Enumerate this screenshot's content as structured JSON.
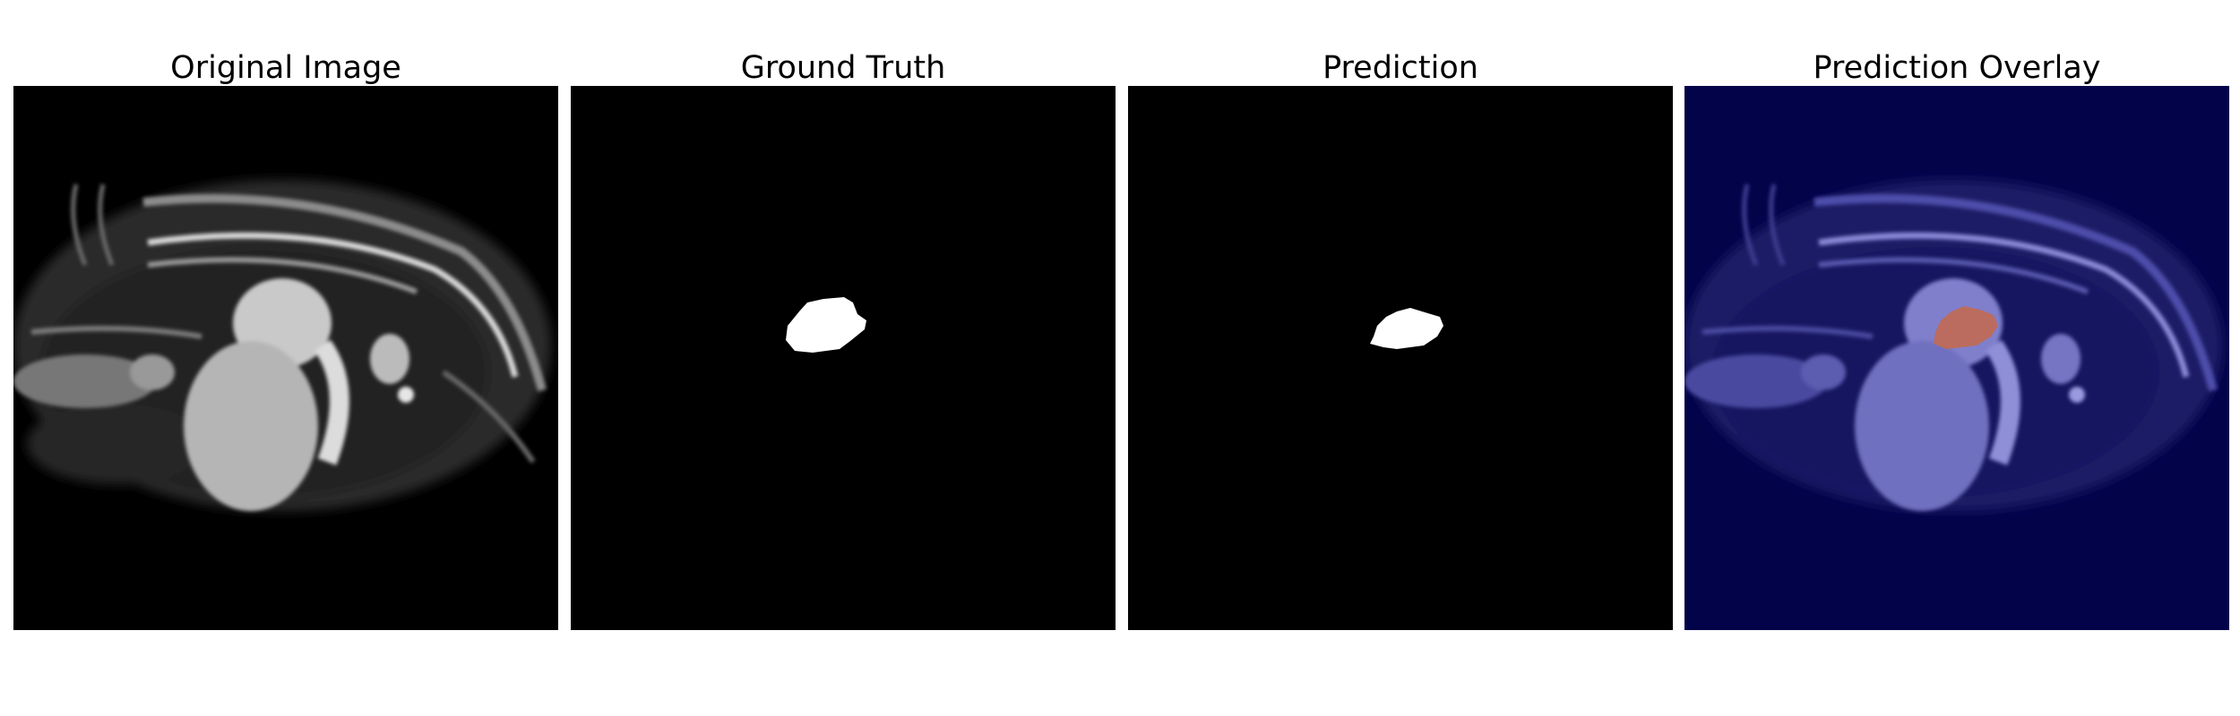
{
  "panels": [
    {
      "title": "Original Image"
    },
    {
      "title": "Ground Truth"
    },
    {
      "title": "Prediction"
    },
    {
      "title": "Prediction Overlay"
    }
  ]
}
